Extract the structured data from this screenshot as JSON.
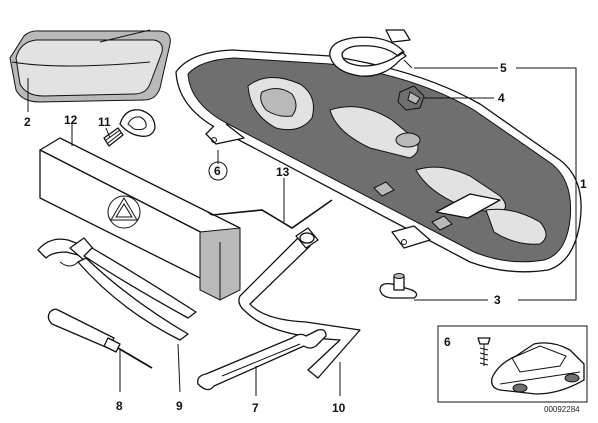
{
  "callouts": {
    "c1": "1",
    "c2": "2",
    "c3": "3",
    "c4": "4",
    "c5": "5",
    "c6": "6",
    "c6b": "6",
    "c7": "7",
    "c8": "8",
    "c9": "9",
    "c10": "10",
    "c11": "11",
    "c12": "12",
    "c13": "13"
  },
  "reference_number": "00092284"
}
